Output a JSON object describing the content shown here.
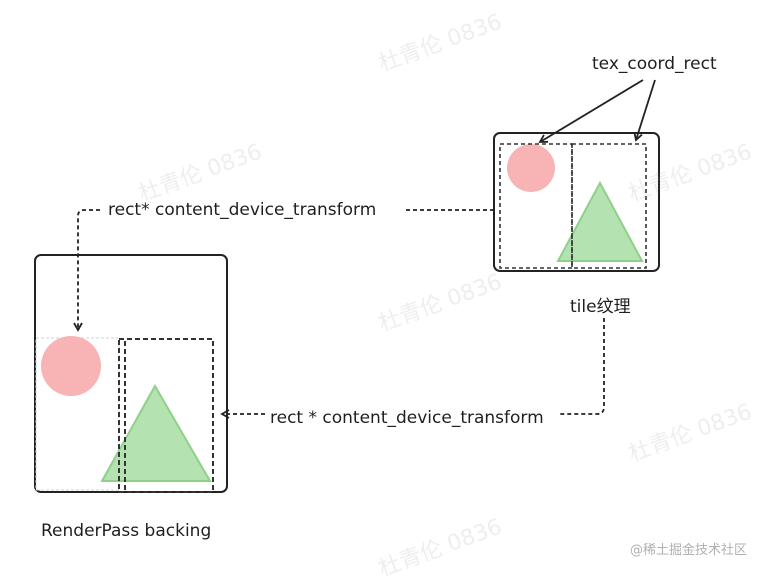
{
  "labels": {
    "tex_coord_rect": "tex_coord_rect",
    "transform_top": "rect* content_device_transform",
    "transform_bottom": "rect * content_device_transform",
    "tile_caption": "tile纹理",
    "renderpass_caption": "RenderPass backing"
  },
  "watermark": "杜青伦 0836",
  "credit": "@稀土掘金技术社区",
  "colors": {
    "circle": "#f8b4b4",
    "triangle": "#b4e2b0",
    "triangle_stroke": "#8fd08a",
    "frame": "#222222",
    "dashed": "#333333"
  }
}
